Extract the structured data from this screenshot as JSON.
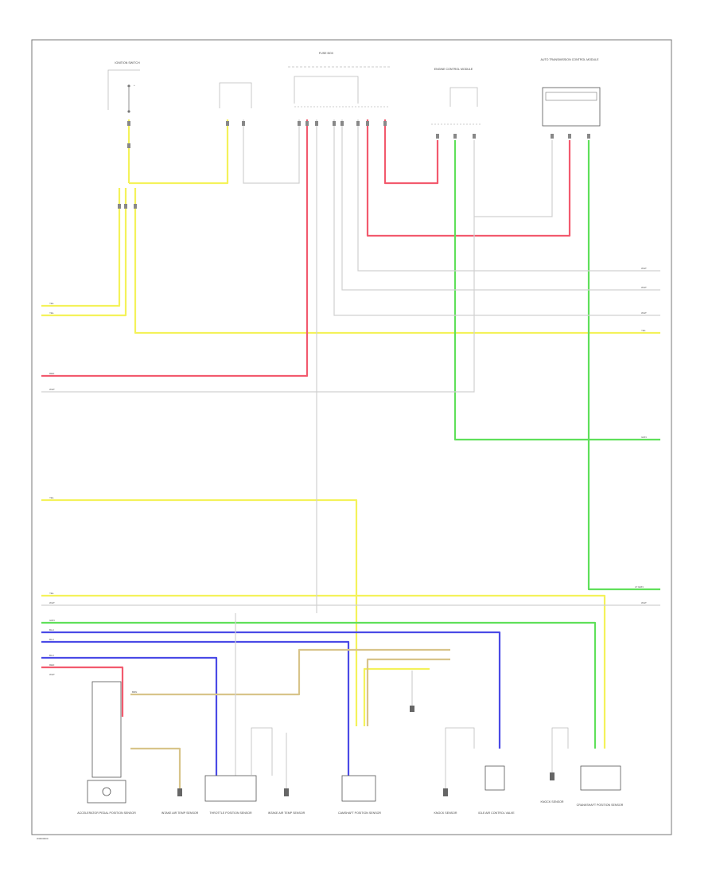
{
  "diagram": {
    "footer_code": "W0000000",
    "colors": {
      "yellow": "#f4f25a",
      "red": "#f25a6e",
      "green": "#5fe05a",
      "blue": "#4a4ae6",
      "tan": "#d8c48a",
      "gray": "#d0d0d0",
      "frame": "#777777"
    },
    "components": {
      "top_left": "IGNITION SWITCH",
      "top_center": "FUSE BOX",
      "top_right_1": "ENGINE CONTROL MODULE",
      "top_right_2": "AUTO TRANSMISSION CONTROL MODULE"
    },
    "bottom_components": [
      "ACCELERATOR PEDAL POSITION SENSOR",
      "INTAKE AIR TEMP SENSOR",
      "THROTTLE POSITION SENSOR",
      "INTAKE AIR TEMP SENSOR",
      "CAMSHAFT POSITION SENSOR",
      "KNOCK SENSOR",
      "IDLE AIR CONTROL VALVE",
      "KNOCK SENSOR",
      "CRANKSHAFT POSITION SENSOR"
    ],
    "wire_tags": {
      "yel": "YEL",
      "red": "RED",
      "wht": "WHT",
      "grn": "GRN",
      "blu": "BLU",
      "brn": "BRN",
      "lt_grn": "LT GRN"
    }
  }
}
